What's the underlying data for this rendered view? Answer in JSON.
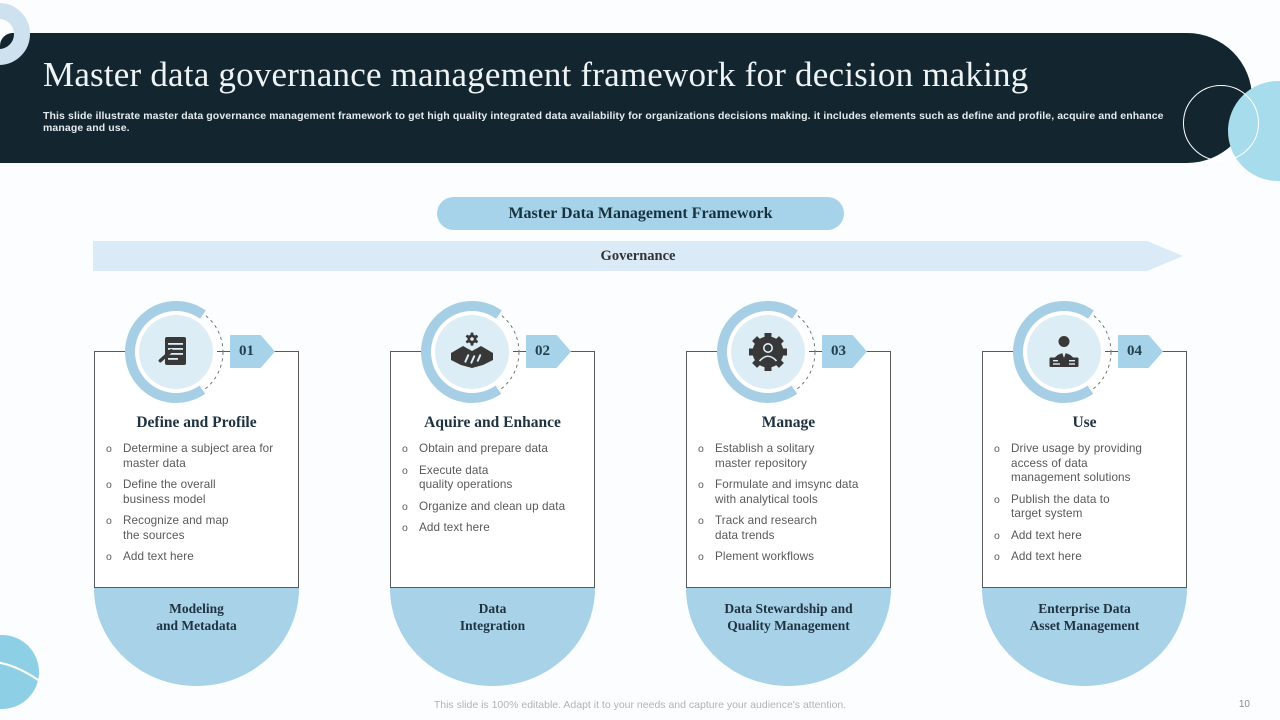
{
  "ui": {
    "bullet_marker": "o"
  },
  "slide": {
    "title": "Master data governance management framework for decision making",
    "subtitle": "This slide illustrate master data governance management framework to get high quality integrated data availability  for organizations decisions making. it includes elements such as define and profile, acquire and enhance manage and use.",
    "framework_badge": "Master Data Management Framework",
    "banner_label": "Governance",
    "footer_note": "This slide is 100% editable.  Adapt it to your needs and capture your audience's attention.",
    "page_number": "10"
  },
  "colors": {
    "header_bg": "#13262f",
    "accent_blue": "#a6d3e9",
    "pale_blue": "#daeaf6",
    "node_inner_blue": "#ddedf6",
    "deco_blue": "#8dd0e5",
    "dark_text": "#1e3240",
    "body_text": "#595959"
  },
  "columns": [
    {
      "number": "01",
      "icon": "contract-pen-icon",
      "title": "Define and Profile",
      "bullets": [
        "Determine a subject area for\nmaster data",
        "Define the overall\nbusiness model",
        "Recognize and map\nthe sources",
        "Add text here"
      ],
      "footer_label": "Modeling\nand Metadata"
    },
    {
      "number": "02",
      "icon": "handshake-gear-icon",
      "title": "Aquire and Enhance",
      "bullets": [
        "Obtain and prepare data",
        "Execute data\nquality operations",
        "Organize and clean up data",
        "Add text here"
      ],
      "footer_label": "Data\nIntegration"
    },
    {
      "number": "03",
      "icon": "gear-user-icon",
      "title": "Manage",
      "bullets": [
        "Establish a solitary\nmaster repository",
        "Formulate and imsync data\nwith analytical tools",
        "Track and research\ndata trends",
        "Plement workflows"
      ],
      "footer_label": "Data Stewardship and\nQuality Management"
    },
    {
      "number": "04",
      "icon": "businessman-icon",
      "title": "Use",
      "bullets": [
        "Drive usage by providing\naccess of data\nmanagement solutions",
        "Publish the data to\ntarget system",
        "Add text here",
        "Add text here"
      ],
      "footer_label": "Enterprise Data\nAsset Management"
    }
  ]
}
